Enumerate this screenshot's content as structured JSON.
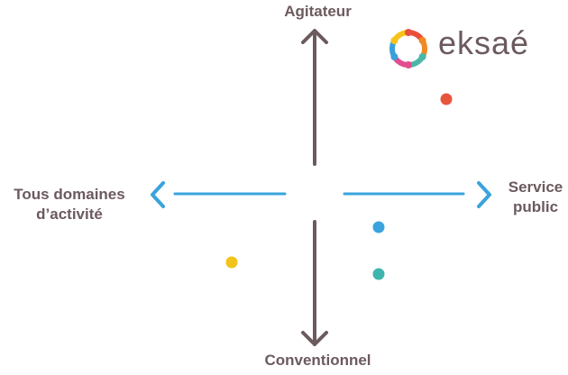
{
  "axes": {
    "top": "Agitateur",
    "bottom": "Conventionnel",
    "left": "Tous domaines\nd’activité",
    "right": "Service\npublic"
  },
  "logo": {
    "text": "eksaé",
    "ring_colors": [
      "#e94f3a",
      "#f7c31a",
      "#3b9fdb",
      "#e34d8f",
      "#4bb7a8",
      "#f08a24"
    ]
  },
  "colors": {
    "axis_vertical": "#6b5a5e",
    "axis_horizontal": "#3aa3dc",
    "text": "#6b5a5e"
  },
  "dots": [
    {
      "color": "#e9553c"
    },
    {
      "color": "#3aa3dc"
    },
    {
      "color": "#f2c318"
    },
    {
      "color": "#3fb5ad"
    }
  ]
}
